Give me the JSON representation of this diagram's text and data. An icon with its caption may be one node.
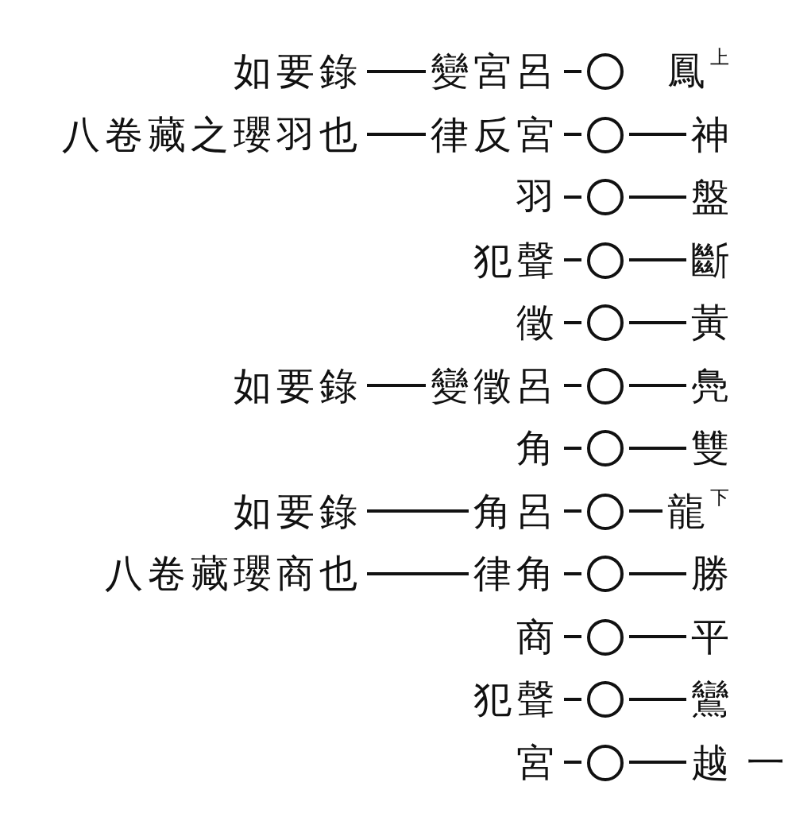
{
  "diagram": {
    "nodes": [
      {
        "text": [
          "鳳$^{上}$"
        ]
      },
      {
        "text": [],
        "shape": "circle"
      },
      {
        "text": [
          "變宮呂"
        ]
      },
      {
        "text": [
          "如要錄"
        ]
      },
      {
        "text": [
          "神"
        ]
      },
      {
        "text": [],
        "shape": "circle"
      },
      {
        "text": [
          "律反宮"
        ]
      },
      {
        "text": [
          "八卷藏之瓔羽也"
        ]
      },
      {
        "text": [
          "盤"
        ]
      },
      {
        "text": [],
        "shape": "circle"
      },
      {
        "text": [
          "羽"
        ]
      },
      {
        "text": [
          "斷"
        ]
      },
      {
        "text": [],
        "shape": "circle"
      },
      {
        "text": [
          "犯聲"
        ]
      },
      {
        "text": [
          "黃"
        ]
      },
      {
        "text": [],
        "shape": "circle"
      },
      {
        "text": [
          "徵"
        ]
      },
      {
        "text": [
          "鳧"
        ]
      },
      {
        "text": [],
        "shape": "circle"
      },
      {
        "text": [
          "變徵呂"
        ]
      },
      {
        "text": [
          "如要錄"
        ]
      },
      {
        "text": [
          "雙"
        ]
      },
      {
        "text": [],
        "shape": "circle"
      },
      {
        "text": [
          "角"
        ]
      },
      {
        "text": [
          "龍$^{下}$"
        ]
      },
      {
        "text": [],
        "shape": "circle"
      },
      {
        "text": [
          "角呂"
        ]
      },
      {
        "text": [
          "如要錄"
        ]
      },
      {
        "text": [
          "勝"
        ]
      },
      {
        "text": [],
        "shape": "circle"
      },
      {
        "text": [
          "律角"
        ]
      },
      {
        "text": [
          "八卷藏瓔商也"
        ]
      },
      {
        "text": [
          "平"
        ]
      },
      {
        "text": [],
        "shape": "circle"
      },
      {
        "text": [
          "商"
        ]
      },
      {
        "text": [
          "鸞"
        ]
      },
      {
        "text": [],
        "shape": "circle"
      },
      {
        "text": [
          "犯聲"
        ]
      },
      {
        "text": [
          "越"
        ],
        "beside": [
          "一"
        ]
      },
      {
        "text": [],
        "shape": "circle"
      },
      {
        "text": [
          "宮"
        ]
      }
    ],
    "edges": [
      {
        "from": 1,
        "to": 2,
        "arrow": "none"
      },
      {
        "from": 2,
        "to": 3,
        "arrow": "none"
      },
      {
        "from": 4,
        "to": 5,
        "arrow": "none"
      },
      {
        "from": 5,
        "to": 6,
        "arrow": "none"
      },
      {
        "from": 6,
        "to": 7,
        "arrow": "none"
      },
      {
        "from": 8,
        "to": 9,
        "arrow": "none"
      },
      {
        "from": 9,
        "to": 10,
        "arrow": "none"
      },
      {
        "from": 11,
        "to": 12,
        "arrow": "none"
      },
      {
        "from": 12,
        "to": 13,
        "arrow": "none"
      },
      {
        "from": 14,
        "to": 15,
        "arrow": "none"
      },
      {
        "from": 15,
        "to": 16,
        "arrow": "none"
      },
      {
        "from": 17,
        "to": 18,
        "arrow": "none"
      },
      {
        "from": 18,
        "to": 19,
        "arrow": "none"
      },
      {
        "from": 19,
        "to": 20,
        "arrow": "none"
      },
      {
        "from": 21,
        "to": 22,
        "arrow": "none"
      },
      {
        "from": 22,
        "to": 23,
        "arrow": "none"
      },
      {
        "from": 24,
        "to": 25,
        "arrow": "none"
      },
      {
        "from": 25,
        "to": 26,
        "arrow": "none"
      },
      {
        "from": 26,
        "to": 27,
        "arrow": "none"
      },
      {
        "from": 28,
        "to": 29,
        "arrow": "none"
      },
      {
        "from": 29,
        "to": 30,
        "arrow": "none"
      },
      {
        "from": 30,
        "to": 31,
        "arrow": "none"
      },
      {
        "from": 32,
        "to": 33,
        "arrow": "none"
      },
      {
        "from": 33,
        "to": 34,
        "arrow": "none"
      },
      {
        "from": 35,
        "to": 36,
        "arrow": "none"
      },
      {
        "from": 36,
        "to": 37,
        "arrow": "none"
      },
      {
        "from": 38,
        "to": 39,
        "arrow": "none"
      },
      {
        "from": 39,
        "to": 40,
        "arrow": "none"
      }
    ]
  }
}
